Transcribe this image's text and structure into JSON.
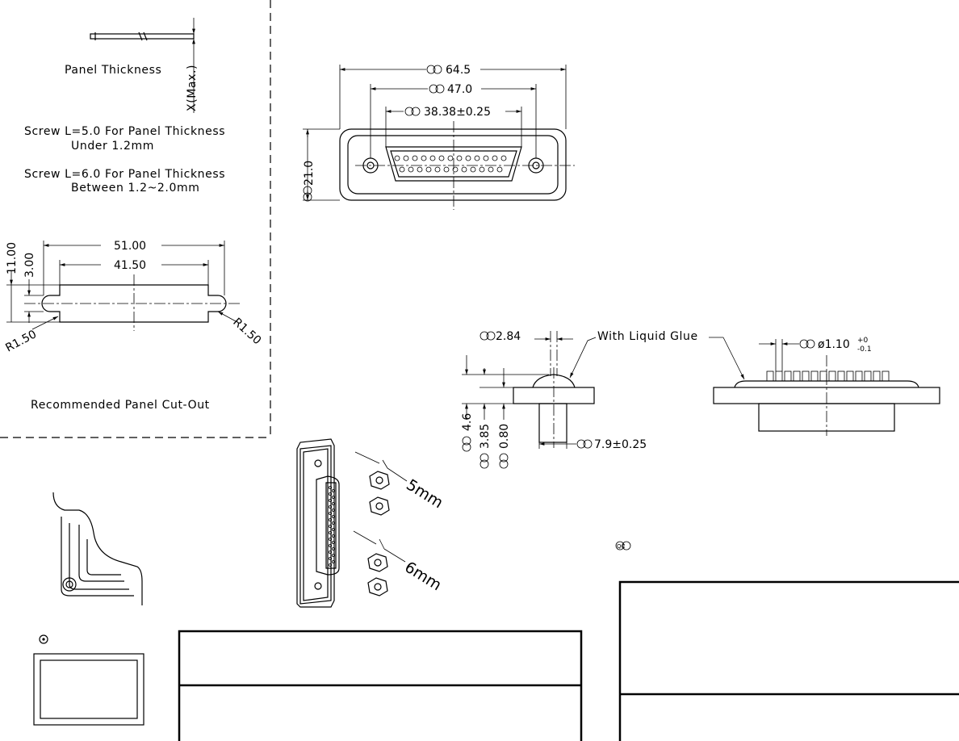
{
  "notes": {
    "panel_thickness": "Panel Thickness",
    "x_max": "X(Max.)",
    "screw_5_line1": "Screw L=5.0 For Panel Thickness",
    "screw_5_line2": "Under 1.2mm",
    "screw_6_line1": "Screw L=6.0 For Panel Thickness",
    "screw_6_line2": "Between 1.2~2.0mm",
    "recommended_cutout": "Recommended Panel Cut-Out",
    "with_liquid_glue": "With Liquid Glue"
  },
  "cutout_dims": {
    "width_outer": "51.00",
    "width_inner": "41.50",
    "height_outer": "11.00",
    "height_inner": "3.00",
    "radius_left": "R1.50",
    "radius_right": "R1.50"
  },
  "front_view_dims": {
    "width_overall": "64.5",
    "width_mount": "47.0",
    "width_shell": "38.38±0.25",
    "height": "21.0"
  },
  "side_view_dims": {
    "d1": "2.84",
    "d2": "4.6",
    "d3": "3.85",
    "d4": "0.80",
    "d5": "7.9±0.25"
  },
  "pin_view_dims": {
    "pin_dia": "ø1.10",
    "tol_plus": "+0",
    "tol_minus": "-0.1"
  },
  "screw_lengths": {
    "short": "5mm",
    "long": "6mm"
  },
  "symbols": {
    "qc": "QC"
  }
}
